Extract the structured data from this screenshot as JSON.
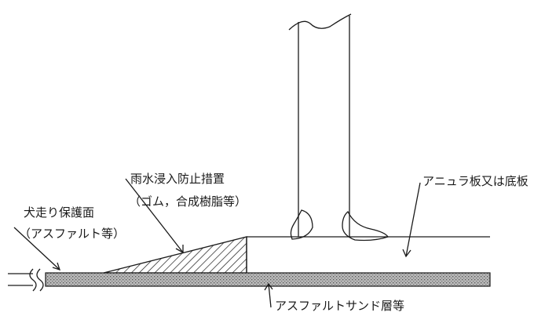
{
  "labels": {
    "rain_measure": "雨水浸入防止措置",
    "rain_measure_sub": "（ゴム，合成樹脂等）",
    "dog_walk": "犬走り保護面",
    "dog_walk_sub": "（アスファルト等）",
    "annular_plate": "アニュラ板又は底板",
    "asphalt_sand": "アスファルトサンド層等"
  }
}
